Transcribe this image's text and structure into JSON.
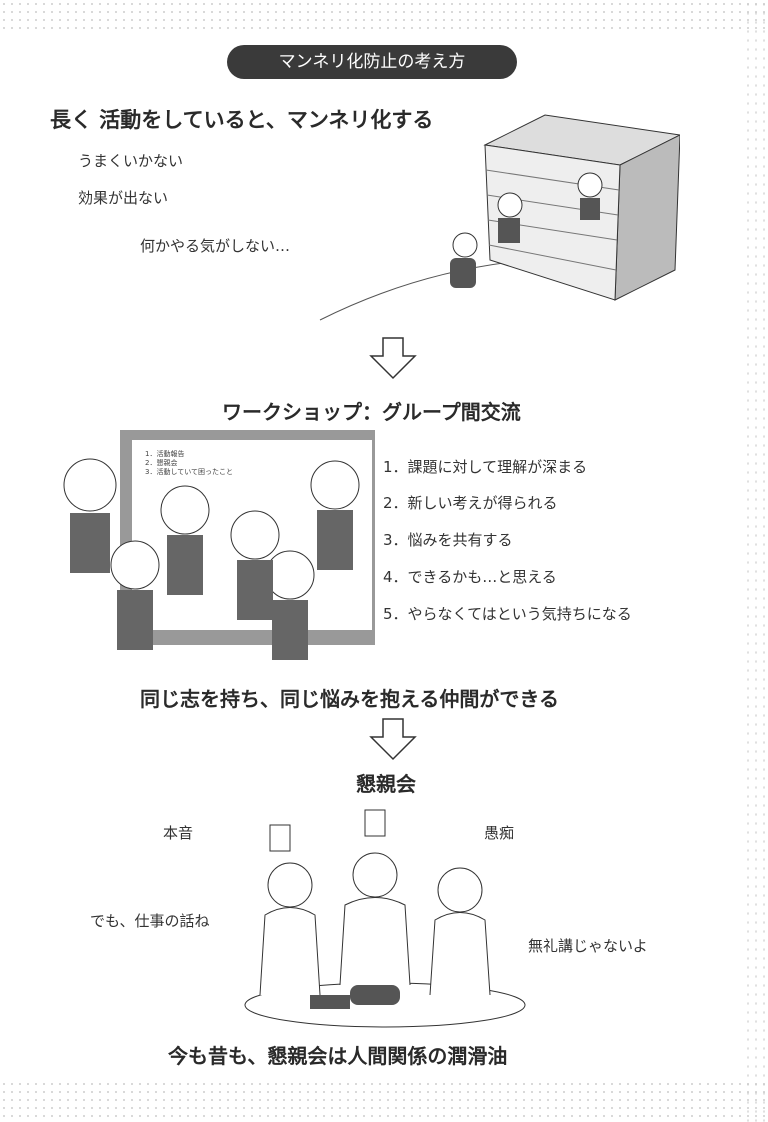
{
  "title_badge": "マンネリ化防止の考え方",
  "section1": {
    "heading": "長く 活動をしていると、マンネリ化する",
    "lines": [
      "うまくいかない",
      "効果が出ない",
      "何かやる気がしない…"
    ]
  },
  "section2": {
    "heading": "ワークショップ：グループ間交流",
    "slide_items": [
      "1．活動報告",
      "2．懇親会",
      "3．活動していて困ったこと"
    ],
    "benefits": [
      "1．課題に対して理解が深まる",
      "2．新しい考えが得られる",
      "3．悩みを共有する",
      "4．できるかも…と思える",
      "5．やらなくてはという気持ちになる"
    ],
    "conclusion": "同じ志を持ち、同じ悩みを抱える仲間ができる"
  },
  "section3": {
    "heading": "懇親会",
    "bubbles": [
      "本音",
      "愚痴",
      "でも、仕事の話ね",
      "無礼講じゃないよ"
    ],
    "conclusion": "今も昔も、懇親会は人間関係の潤滑油"
  }
}
